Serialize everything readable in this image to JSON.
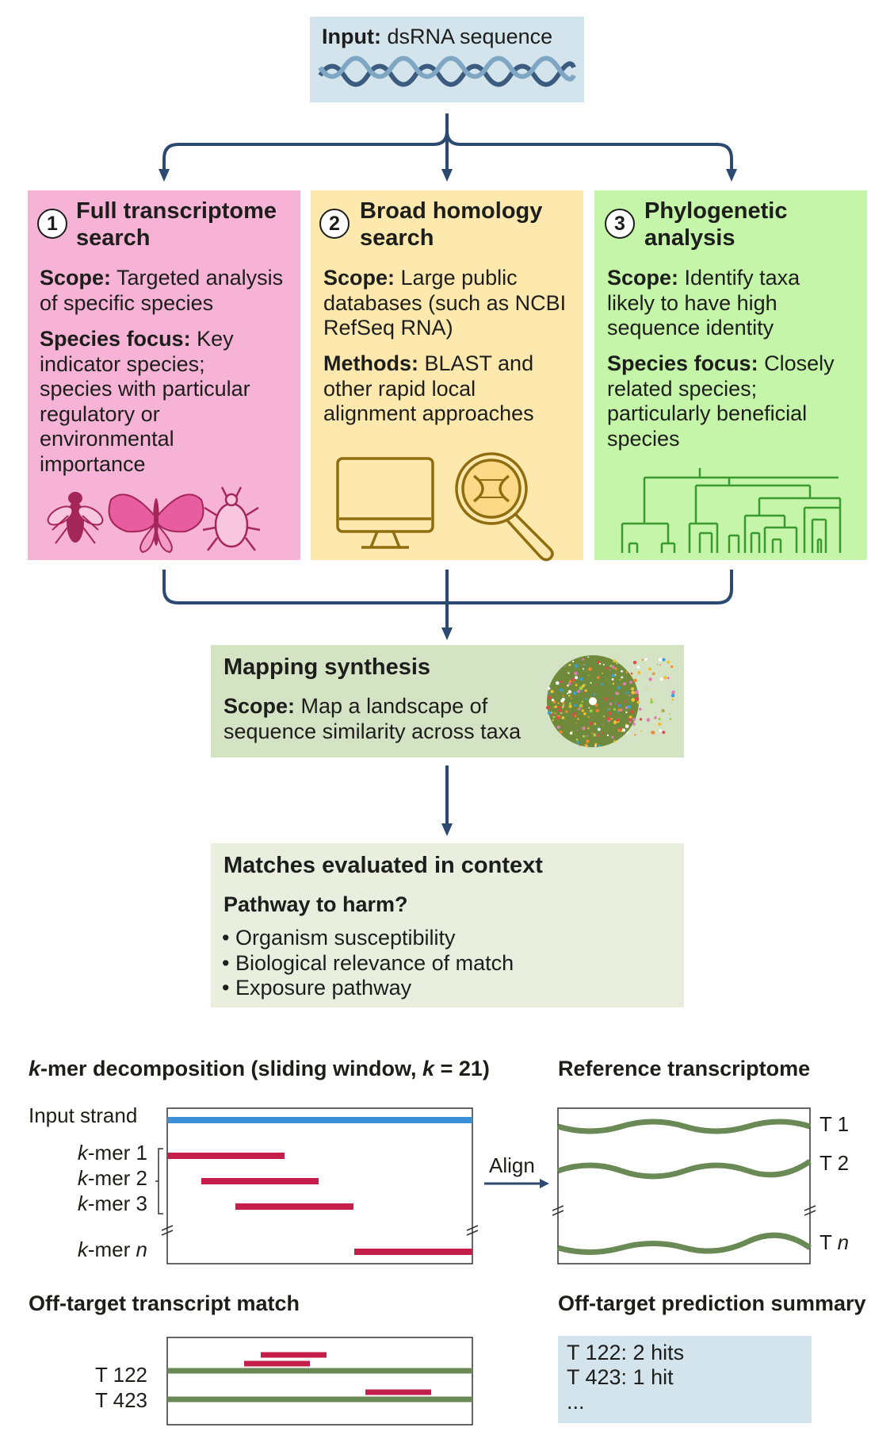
{
  "input": {
    "label": "Input:",
    "text": "dsRNA sequence"
  },
  "approaches": [
    {
      "number": "1",
      "title_line1": "Full transcriptome",
      "title_line2": "search",
      "scope_label": "Scope:",
      "scope_lines": [
        " Targeted analysis",
        "of specific species"
      ],
      "focus_label": "Species focus:",
      "focus_lines": [
        " Key",
        "indicator species;",
        "species with particular",
        "regulatory or",
        "environmental",
        "importance"
      ]
    },
    {
      "number": "2",
      "title_line1": "Broad homology",
      "title_line2": "search",
      "scope_label": "Scope:",
      "scope_lines": [
        " Large public",
        "databases (such as NCBI",
        "RefSeq RNA)"
      ],
      "focus_label": "Methods:",
      "focus_lines": [
        " BLAST and",
        "other rapid local",
        "alignment approaches"
      ]
    },
    {
      "number": "3",
      "title_line1": "Phylogenetic",
      "title_line2": "analysis",
      "scope_label": "Scope:",
      "scope_lines": [
        " Identify taxa",
        "likely to have high",
        "sequence identity"
      ],
      "focus_label": "Species focus:",
      "focus_lines": [
        " Closely",
        "related species;",
        "particularly beneficial",
        "species"
      ]
    }
  ],
  "mapping": {
    "title": "Mapping synthesis",
    "scope_label": "Scope:",
    "scope_lines": [
      " Map a landscape of",
      "sequence similarity across taxa"
    ]
  },
  "matches": {
    "title": "Matches evaluated in context",
    "subtitle": "Pathway to harm?",
    "bullets": [
      "• Organism susceptibility",
      "• Biological relevance of match",
      "• Exposure pathway"
    ]
  },
  "kmer": {
    "title_k": "k",
    "title_mid": "-mer decomposition (sliding window, ",
    "title_k2": "k",
    "title_end": " = 21)",
    "input_strand": "Input strand",
    "rows": [
      {
        "k": "k",
        "rest": "-mer 1"
      },
      {
        "k": "k",
        "rest": "-mer 2"
      },
      {
        "k": "k",
        "rest": "-mer 3"
      },
      {
        "k": "k",
        "rest": "-mer ",
        "n": "n"
      }
    ]
  },
  "align_label": "Align",
  "reference": {
    "title": "Reference transcriptome",
    "t1": "T 1",
    "t2": "T 2",
    "tn_prefix": "T ",
    "tn_n": "n"
  },
  "offtarget": {
    "title": "Off-target transcript match",
    "t122": "T 122",
    "t423": "T 423"
  },
  "summary": {
    "title": "Off-target prediction summary",
    "lines": [
      "T 122: 2 hits",
      "T 423: 1 hit",
      "..."
    ]
  },
  "colors": {
    "arrow": "#2c4970",
    "pink": "#f6b3d5",
    "yellow": "#fde8ad",
    "green": "#c4f5a9",
    "mapping_bg": "#d5e3c5",
    "matches_bg": "#eaeedf",
    "input_bg": "#d3e4ec",
    "blue_strand": "#3d8fd6",
    "kmer_red": "#c41e4b",
    "transcript_green": "#6a8a55"
  }
}
